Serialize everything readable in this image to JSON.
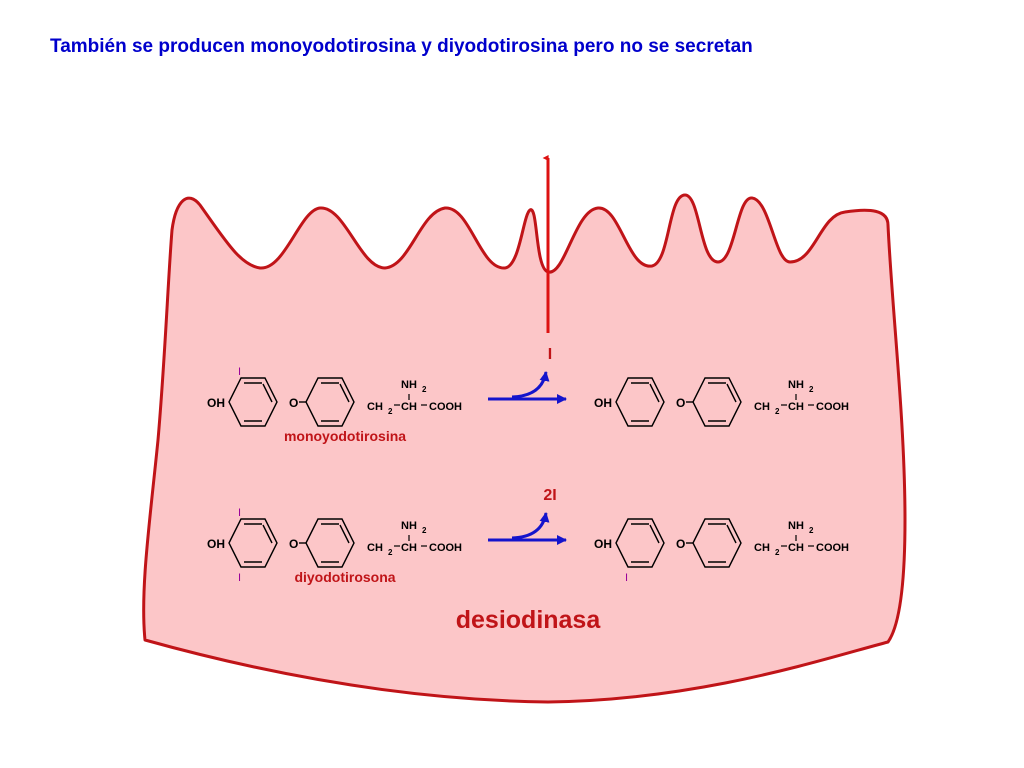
{
  "title": "También se producen monoyodotirosina y diyodotirosina pero no se secretan",
  "colors": {
    "cell_fill": "#fcc6c8",
    "cell_stroke": "#c01418",
    "secretion_arrow": "#dd1111",
    "reaction_arrow": "#1414cc",
    "iodine": "#990099",
    "label": "#c01418",
    "structure": "#000000"
  },
  "labels": {
    "enzyme": "desiodinasa",
    "iodide_single": "I",
    "iodide_double": "2I"
  },
  "atoms": {
    "oh": "OH",
    "o": "O",
    "ch2": "CH",
    "sub2": "2",
    "ch": "CH",
    "cooh": "COOH",
    "nh2": "NH",
    "iodine": "I"
  },
  "reactions": [
    {
      "substrate_name": "monoyodotirosina",
      "released": "I"
    },
    {
      "substrate_name": "diyodotirosona",
      "released": "2I"
    }
  ]
}
